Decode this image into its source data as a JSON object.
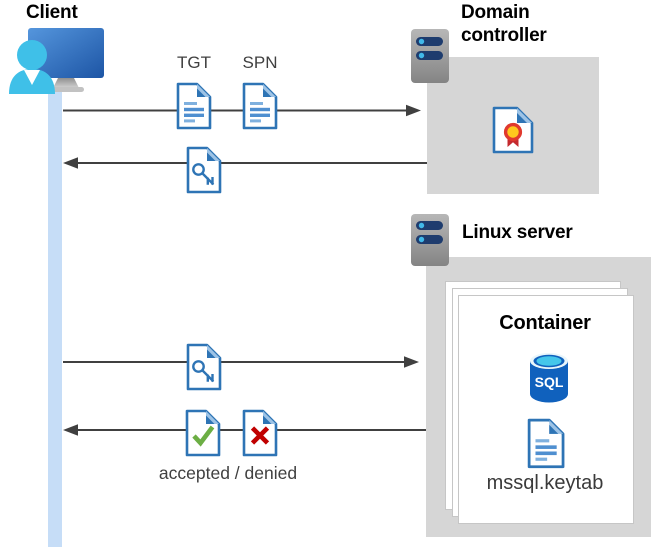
{
  "client": {
    "label": "Client"
  },
  "domain_controller": {
    "label": "Domain controller"
  },
  "linux_server": {
    "label": "Linux server"
  },
  "container": {
    "label": "Container",
    "sql_label": "SQL",
    "keytab_label": "mssql.keytab"
  },
  "messages": {
    "tgt_label": "TGT",
    "spn_label": "SPN",
    "accepted_denied_label": "accepted / denied"
  },
  "colors": {
    "accent_blue": "#2e74b5",
    "doc_fold_light": "#9dc3e6",
    "box_gray": "#d6d6d6",
    "lifeline_blue": "#c6ddf7",
    "arrow_gray": "#404040",
    "accepted_green": "#6cae44",
    "denied_red": "#c00000",
    "certificate_red": "#e0392e",
    "certificate_yellow": "#ffc81e",
    "sql_blue": "#1061bd",
    "sql_cyan": "#45c6ea",
    "monitor_blue_top": "#5596dd",
    "monitor_blue_bottom": "#1d55a5",
    "person_cyan": "#3fc0e8",
    "server_navy": "#1e3c6e"
  }
}
